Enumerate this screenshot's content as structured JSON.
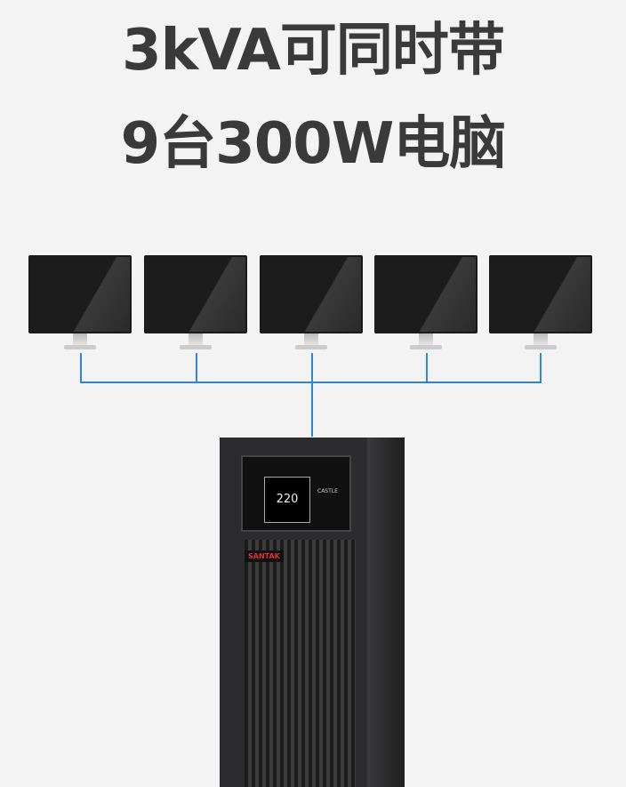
{
  "headline": {
    "line1": "3kVA可同时带",
    "line2": "9台300W电脑"
  },
  "ups": {
    "brand": "SANTAK",
    "panel_brand": "CASTLE",
    "display_value": "220"
  },
  "colors": {
    "wire": "#2f86d8",
    "title": "#3a3a3a"
  }
}
